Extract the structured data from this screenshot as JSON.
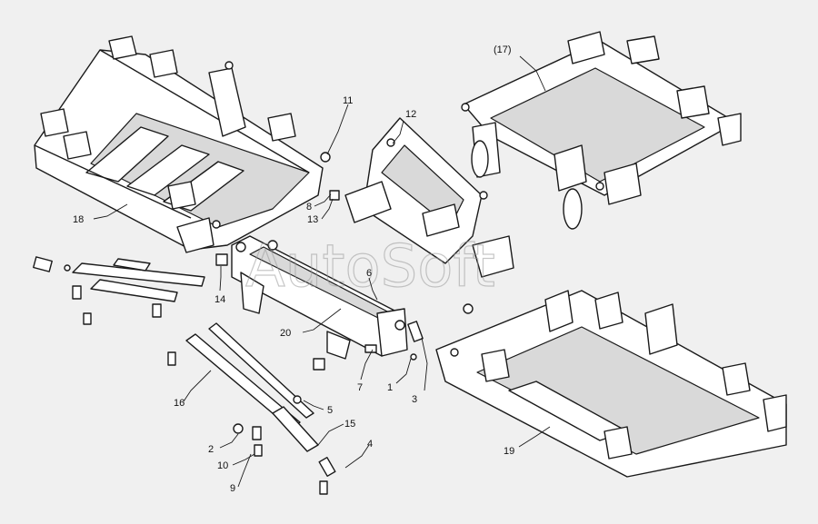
{
  "callouts": {
    "c1": "1",
    "c2": "2",
    "c3": "3",
    "c4": "4",
    "c5": "5",
    "c6": "6",
    "c7": "7",
    "c8": "8",
    "c9": "9",
    "c10": "10",
    "c11": "11",
    "c12": "12",
    "c13": "13",
    "c14": "14",
    "c15": "15",
    "c16": "16",
    "c17": "(17)",
    "c18": "18",
    "c19": "19",
    "c20": "20"
  },
  "watermark": "AutoSoft",
  "colors": {
    "background": "#f0f0f0",
    "line": "#1a1a1a",
    "fill": "#ffffff",
    "watermark": "#9a9a9a"
  }
}
